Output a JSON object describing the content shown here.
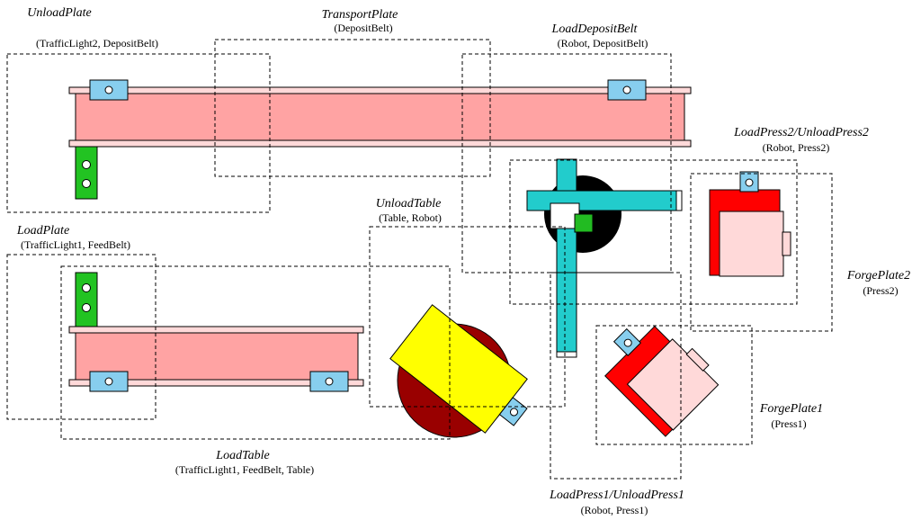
{
  "zones": {
    "unload_plate": {
      "title": "UnloadPlate",
      "deps": "(TrafficLight2, DepositBelt)"
    },
    "transport_plate": {
      "title": "TransportPlate",
      "deps": "(DepositBelt)"
    },
    "load_deposit_belt": {
      "title": "LoadDepositBelt",
      "deps": "(Robot, DepositBelt)"
    },
    "load_press2": {
      "title": "LoadPress2/UnloadPress2",
      "deps": "(Robot, Press2)"
    },
    "unload_table": {
      "title": "UnloadTable",
      "deps": "(Table, Robot)"
    },
    "load_plate": {
      "title": "LoadPlate",
      "deps": "(TrafficLight1, FeedBelt)"
    },
    "forge_plate2": {
      "title": "ForgePlate2",
      "deps": "(Press2)"
    },
    "forge_plate1": {
      "title": "ForgePlate1",
      "deps": "(Press1)"
    },
    "load_table": {
      "title": "LoadTable",
      "deps": "(TrafficLight1, FeedBelt, Table)"
    },
    "load_press1": {
      "title": "LoadPress1/UnloadPress1",
      "deps": "(Robot, Press1)"
    }
  },
  "colors": {
    "belt": "#ffa3a3",
    "rail": "#ffd9d9",
    "sensor": "#87ceee",
    "traffic_light": "#22c322",
    "press": "#ff0000",
    "press_inner": "#ffd9d9",
    "robot_arm": "#22cccc",
    "robot_base": "#000000",
    "table_base": "#990000",
    "table_top": "#ffff00",
    "gripper": "#22bb22"
  }
}
